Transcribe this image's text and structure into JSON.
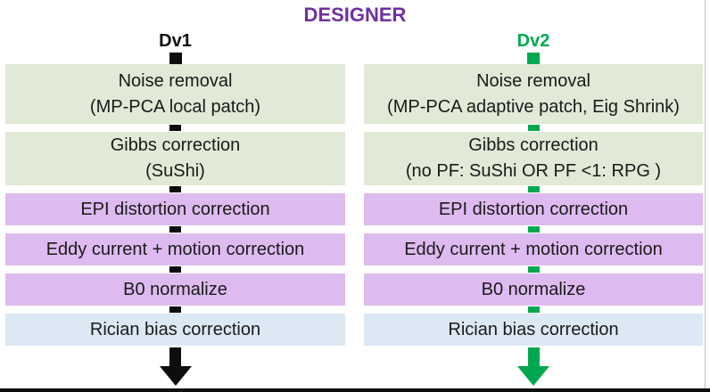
{
  "title": "DESIGNER",
  "colors": {
    "title": "#7030A0",
    "text": "#1a1a1a",
    "green_box": "#e0ead6",
    "purple_box": "#ddbbf0",
    "blue_box": "#dce8f4",
    "dv1_accent": "#0d0d0d",
    "dv2_accent": "#00A94F",
    "bottom_bar": "#0d0d0d"
  },
  "pipelines": [
    {
      "label": "Dv1",
      "steps": [
        {
          "type": "green",
          "line1": "Noise removal",
          "line2": "(MP-PCA local patch)"
        },
        {
          "type": "green",
          "line1": "Gibbs correction",
          "line2": "(SuShi)"
        },
        {
          "type": "purple",
          "line1": "EPI distortion correction"
        },
        {
          "type": "purple",
          "line1": "Eddy current + motion correction"
        },
        {
          "type": "purple",
          "line1": "B0 normalize"
        },
        {
          "type": "blue",
          "line1": "Rician bias correction"
        }
      ]
    },
    {
      "label": "Dv2",
      "steps": [
        {
          "type": "green",
          "line1": "Noise removal",
          "line2": "(MP-PCA adaptive patch, Eig Shrink)"
        },
        {
          "type": "green",
          "line1": "Gibbs correction",
          "line2": "(no PF: SuShi OR PF <1: RPG )"
        },
        {
          "type": "purple",
          "line1": "EPI distortion correction"
        },
        {
          "type": "purple",
          "line1": "Eddy current + motion correction"
        },
        {
          "type": "purple",
          "line1": "B0 normalize"
        },
        {
          "type": "blue",
          "line1": "Rician bias correction"
        }
      ]
    }
  ]
}
